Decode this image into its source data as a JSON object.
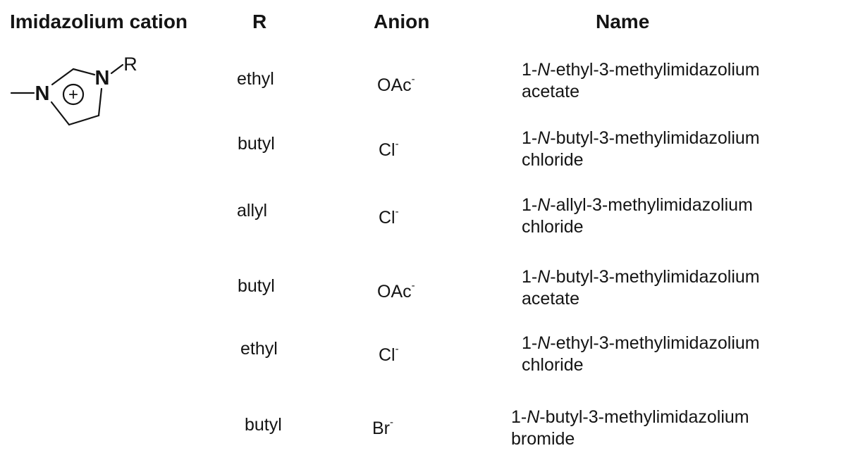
{
  "headers": {
    "cation": "Imidazolium cation",
    "r": "R",
    "anion": "Anion",
    "name": "Name"
  },
  "structure": {
    "n_left": "N",
    "n_right": "N",
    "substituent": "R",
    "charge": "+"
  },
  "rows": [
    {
      "r": "ethyl",
      "anion": "OAc",
      "charge": "-",
      "name_prefix": "1-",
      "name_italic": "N",
      "name_rest": "-ethyl-3-methylimidazolium",
      "name_line2": "acetate"
    },
    {
      "r": "butyl",
      "anion": "Cl",
      "charge": "-",
      "name_prefix": "1-",
      "name_italic": "N",
      "name_rest": "-butyl-3-methylimidazolium",
      "name_line2": "chloride"
    },
    {
      "r": "allyl",
      "anion": "Cl",
      "charge": "-",
      "name_prefix": "1-",
      "name_italic": "N",
      "name_rest": "-allyl-3-methylimidazolium",
      "name_line2": "chloride"
    },
    {
      "r": "butyl",
      "anion": "OAc",
      "charge": "-",
      "name_prefix": "1-",
      "name_italic": "N",
      "name_rest": "-butyl-3-methylimidazolium",
      "name_line2": "acetate"
    },
    {
      "r": "ethyl",
      "anion": "Cl",
      "charge": "-",
      "name_prefix": "1-",
      "name_italic": "N",
      "name_rest": "-ethyl-3-methylimidazolium",
      "name_line2": "chloride"
    },
    {
      "r": "butyl",
      "anion": "Br",
      "charge": "-",
      "name_prefix": "1-",
      "name_italic": "N",
      "name_rest": "-butyl-3-methylimidazolium",
      "name_line2": "bromide"
    }
  ]
}
